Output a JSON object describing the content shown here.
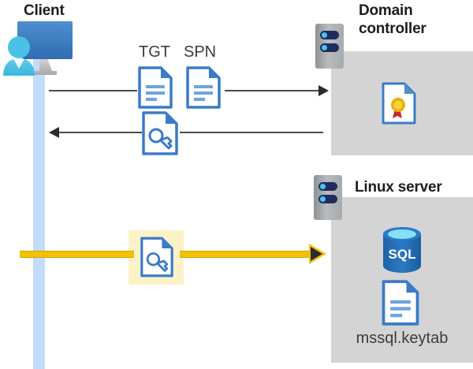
{
  "diagram": {
    "title_client": "Client",
    "title_domain_controller": "Domain controller",
    "title_linux_server": "Linux server",
    "labels": {
      "tgt": "TGT",
      "spn": "SPN",
      "keytab_file": "mssql.keytab"
    },
    "icons": {
      "client": "client-workstation-user-icon",
      "rack": "server-rack-icon",
      "document": "document-icon",
      "key_document": "key-document-icon",
      "certificate": "certificate-document-icon",
      "database": "sql-database-icon"
    },
    "colors": {
      "lifeline": "#c3dcfa",
      "server_body": "#d4d4d4",
      "highlight": "#fcf2c8",
      "accent_yellow": "#f2c200",
      "doc_blue": "#3a7bc8",
      "sql_blue": "#2272bb",
      "arrow": "#2b2b2b"
    },
    "flows": [
      {
        "name": "tgt-spn-request",
        "direction": "right",
        "from": "Client",
        "to": "Domain controller",
        "artifacts": [
          "TGT",
          "SPN"
        ]
      },
      {
        "name": "service-ticket-response",
        "direction": "left",
        "from": "Domain controller",
        "to": "Client",
        "artifacts": [
          "key-document"
        ]
      },
      {
        "name": "kerberos-authentication",
        "direction": "right",
        "from": "Client",
        "to": "Linux server",
        "artifacts": [
          "key-document"
        ],
        "highlighted": true
      }
    ]
  }
}
